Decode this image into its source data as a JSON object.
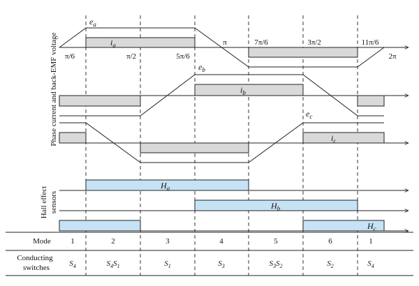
{
  "axis_labels": {
    "y_main": "Phase current and back-EMF voltage",
    "hall_line1": "Hall effect",
    "hall_line2": "sensors"
  },
  "angles": {
    "top": [
      "π/6",
      "π/2",
      "5π/6",
      "π",
      "7π/6",
      "3π/2",
      "11π/6",
      "2π"
    ]
  },
  "signals": {
    "ea": "e",
    "ea_sub": "a",
    "eb": "e",
    "eb_sub": "b",
    "ec": "e",
    "ec_sub": "c",
    "ia": "i",
    "ia_sub": "a",
    "ib": "i",
    "ib_sub": "b",
    "ic": "i",
    "ic_sub": "c",
    "Ha": "H",
    "Ha_sub": "a",
    "Hb": "H",
    "Hb_sub": "b",
    "Hc": "H",
    "Hc_sub": "c"
  },
  "table": {
    "mode_label": "Mode",
    "switch_label_1": "Conducting",
    "switch_label_2": "switches",
    "modes": [
      "1",
      "2",
      "3",
      "4",
      "5",
      "6",
      "1"
    ],
    "switches": [
      {
        "a": "S",
        "as": "4",
        "b": "",
        "bs": ""
      },
      {
        "a": "S",
        "as": "4",
        "b": "S",
        "bs": "1"
      },
      {
        "a": "S",
        "as": "1",
        "b": "",
        "bs": ""
      },
      {
        "a": "S",
        "as": "3",
        "b": "",
        "bs": ""
      },
      {
        "a": "S",
        "as": "3",
        "b": "S",
        "bs": "2"
      },
      {
        "a": "S",
        "as": "2",
        "b": "",
        "bs": ""
      },
      {
        "a": "S",
        "as": "4",
        "b": "",
        "bs": ""
      }
    ]
  },
  "colors": {
    "current_fill": "#d9d9d9",
    "hall_fill": "#c6e3f5",
    "line": "#222222"
  }
}
